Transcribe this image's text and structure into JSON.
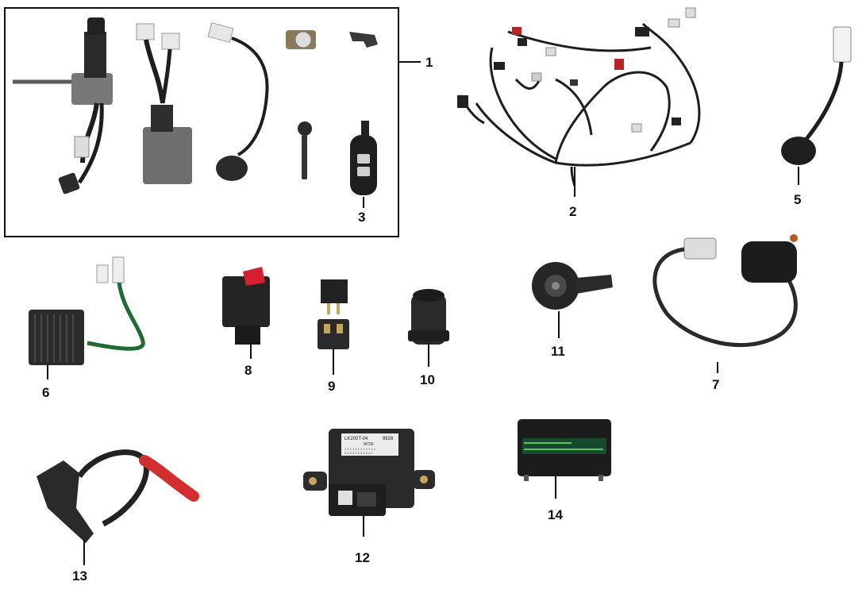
{
  "diagram": {
    "callouts": [
      {
        "id": "c1",
        "label": "1"
      },
      {
        "id": "c2",
        "label": "2"
      },
      {
        "id": "c3",
        "label": "3"
      },
      {
        "id": "c5",
        "label": "5"
      },
      {
        "id": "c6",
        "label": "6"
      },
      {
        "id": "c7",
        "label": "7"
      },
      {
        "id": "c8",
        "label": "8"
      },
      {
        "id": "c9",
        "label": "9"
      },
      {
        "id": "c10",
        "label": "10"
      },
      {
        "id": "c11",
        "label": "11"
      },
      {
        "id": "c12",
        "label": "12"
      },
      {
        "id": "c13",
        "label": "13"
      },
      {
        "id": "c14",
        "label": "14"
      }
    ],
    "part_labels": {
      "cdi_model": "LK200T-04",
      "cdi_code": "8826",
      "cdi_line2": "M700",
      "cdi_line3": "1 1 1 1 1 1 1 1 1 1 1 1",
      "cdi_line4": "0 0 0 0 0 0 0 0 0 0 0"
    }
  }
}
